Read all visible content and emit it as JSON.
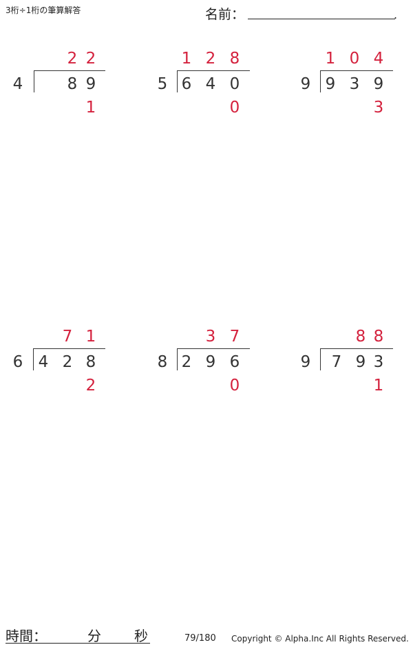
{
  "header": {
    "title": "3桁÷1桁の筆算解答",
    "name_label": "名前：",
    "name_dot": "."
  },
  "problems": [
    {
      "divisor": "4",
      "dividend": [
        "",
        "8",
        "9"
      ],
      "quotient": [
        "",
        "2",
        "2"
      ],
      "remainder": "1"
    },
    {
      "divisor": "5",
      "dividend": [
        "6",
        "4",
        "0"
      ],
      "quotient": [
        "1",
        "2",
        "8"
      ],
      "remainder": "0"
    },
    {
      "divisor": "9",
      "dividend": [
        "9",
        "3",
        "9"
      ],
      "quotient": [
        "1",
        "0",
        "4"
      ],
      "remainder": "3"
    },
    {
      "divisor": "6",
      "dividend": [
        "4",
        "2",
        "8"
      ],
      "quotient": [
        "",
        "7",
        "1"
      ],
      "remainder": "2"
    },
    {
      "divisor": "8",
      "dividend": [
        "2",
        "9",
        "6"
      ],
      "quotient": [
        "",
        "3",
        "7"
      ],
      "remainder": "0"
    },
    {
      "divisor": "9",
      "dividend": [
        "7",
        "9",
        "3"
      ],
      "quotient": [
        "",
        "8",
        "8"
      ],
      "remainder": "1"
    }
  ],
  "footer": {
    "time_label": "時間：",
    "minutes_label": "分",
    "seconds_label": "秒",
    "page_number": "79/180",
    "copyright": "Copyright © Alpha.Inc All Rights Reserved."
  }
}
